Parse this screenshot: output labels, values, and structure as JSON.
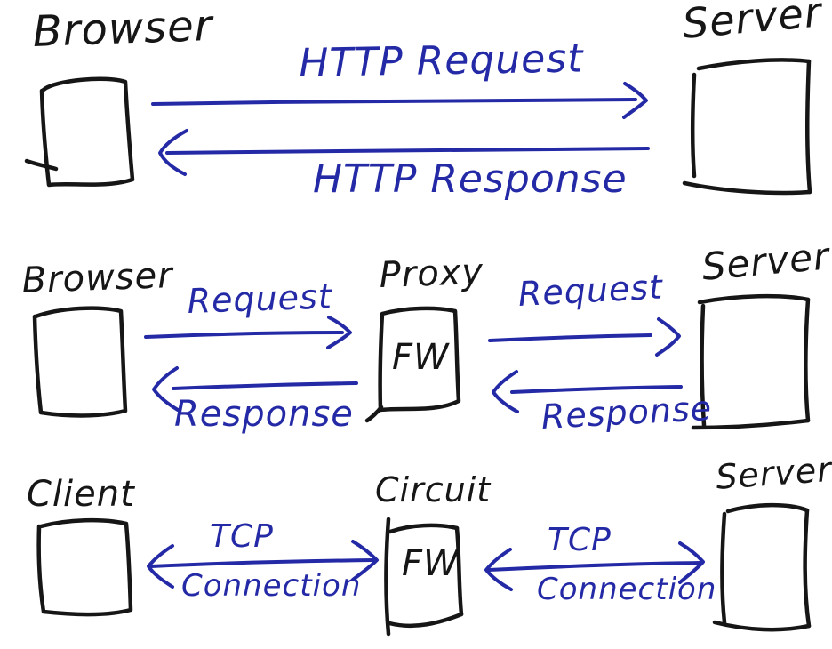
{
  "colors": {
    "background": "#ffffff",
    "ink_black": "#161616",
    "pen_blue": "#2429a6"
  },
  "row1": {
    "name": "direct-http-connection",
    "browser_label": "Browser",
    "server_label": "Server",
    "request_label": "HTTP Request",
    "response_label": "HTTP Response"
  },
  "row2": {
    "name": "proxy-firewall-flow",
    "browser_label": "Browser",
    "proxy_label": "Proxy",
    "proxy_box_text": "FW",
    "server_label": "Server",
    "left_request_label": "Request",
    "left_response_label": "Response",
    "right_request_label": "Request",
    "right_response_label": "Response"
  },
  "row3": {
    "name": "circuit-firewall-tcp",
    "client_label": "Client",
    "circuit_label": "Circuit",
    "circuit_box_text": "FW",
    "server_label": "Server",
    "left_arrow_line1": "TCP",
    "left_arrow_line2": "Connection",
    "right_arrow_line1": "TCP",
    "right_arrow_line2": "Connection"
  }
}
